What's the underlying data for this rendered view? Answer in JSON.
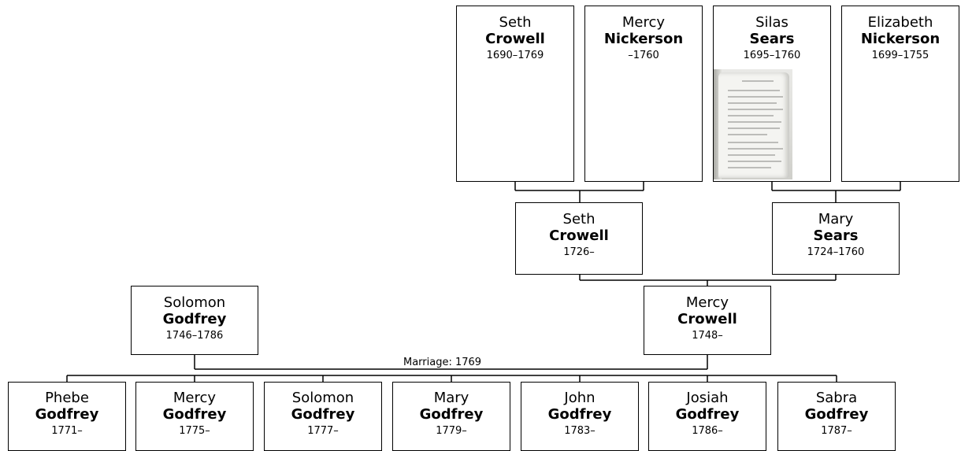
{
  "grandparents": [
    {
      "given": "Seth",
      "surname": "Crowell",
      "dates": "1690–1769"
    },
    {
      "given": "Mercy",
      "surname": "Nickerson",
      "dates": "–1760"
    },
    {
      "given": "Silas",
      "surname": "Sears",
      "dates": "1695–1760"
    },
    {
      "given": "Elizabeth",
      "surname": "Nickerson",
      "dates": "1699–1755"
    }
  ],
  "parents": [
    {
      "given": "Seth",
      "surname": "Crowell",
      "dates": "1726–"
    },
    {
      "given": "Mary",
      "surname": "Sears",
      "dates": "1724–1760"
    }
  ],
  "couple": [
    {
      "given": "Solomon",
      "surname": "Godfrey",
      "dates": "1746–1786"
    },
    {
      "given": "Mercy",
      "surname": "Crowell",
      "dates": "1748–"
    }
  ],
  "marriage_label": "Marriage: 1769",
  "children": [
    {
      "given": "Phebe",
      "surname": "Godfrey",
      "dates": "1771–"
    },
    {
      "given": "Mercy",
      "surname": "Godfrey",
      "dates": "1775–"
    },
    {
      "given": "Solomon",
      "surname": "Godfrey",
      "dates": "1777–"
    },
    {
      "given": "Mary",
      "surname": "Godfrey",
      "dates": "1779–"
    },
    {
      "given": "John",
      "surname": "Godfrey",
      "dates": "1783–"
    },
    {
      "given": "Josiah",
      "surname": "Godfrey",
      "dates": "1786–"
    },
    {
      "given": "Sabra",
      "surname": "Godfrey",
      "dates": "1787–"
    }
  ]
}
